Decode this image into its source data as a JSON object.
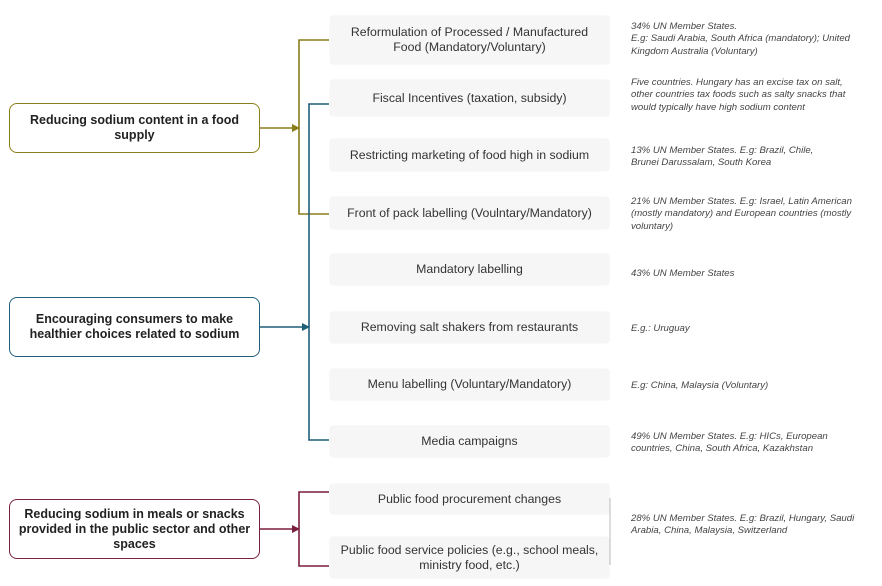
{
  "goals": [
    {
      "id": "g1",
      "label": "Reducing sodium content in a food\nsupply",
      "color": "#8a7d1b"
    },
    {
      "id": "g2",
      "label": "Encouraging consumers to make\nhealthier choices related to sodium",
      "color": "#1f5f7a"
    },
    {
      "id": "g3",
      "label": "Reducing sodium in meals or snacks\nprovided in the public sector and other\nspaces",
      "color": "#7a1f3d"
    }
  ],
  "policies": [
    {
      "label": "Reformulation of Processed / Manufactured\nFood (Mandatory/Voluntary)"
    },
    {
      "label": "Fiscal Incentives (taxation, subsidy)"
    },
    {
      "label": "Restricting marketing of food high in sodium"
    },
    {
      "label": "Front of pack labelling (Voulntary/Mandatory)"
    },
    {
      "label": "Mandatory labelling"
    },
    {
      "label": "Removing salt shakers from restaurants"
    },
    {
      "label": "Menu labelling  (Voluntary/Mandatory)"
    },
    {
      "label": "Media campaigns"
    },
    {
      "label": "Public food procurement changes"
    },
    {
      "label": "Public food service policies (e.g., school meals,\nministry food, etc.)"
    }
  ],
  "notes": [
    "34% UN Member States.\nE.g: Saudi Arabia, South Africa (mandatory); United\nKingdom Australia (Voluntary)",
    "Five countries. Hungary has an excise tax on salt,\nother countries tax foods such as salty snacks that\nwould typically have high sodium content",
    "13% UN Member States. E.g: Brazil, Chile,\nBrunei Darussalam, South Korea",
    "21% UN Member States. E.g: Israel, Latin American\n(mostly mandatory) and European countries (mostly\nvoluntary)",
    "43% UN Member States",
    "E.g.: Uruguay",
    "E.g: China, Malaysia (Voluntary)",
    "49% UN Member States. E.g: HICs, European\ncountries, China, South Africa, Kazakhstan",
    "28% UN Member States. E.g: Brazil, Hungary, Saudi\nArabia, China, Malaysia, Switzerland"
  ]
}
